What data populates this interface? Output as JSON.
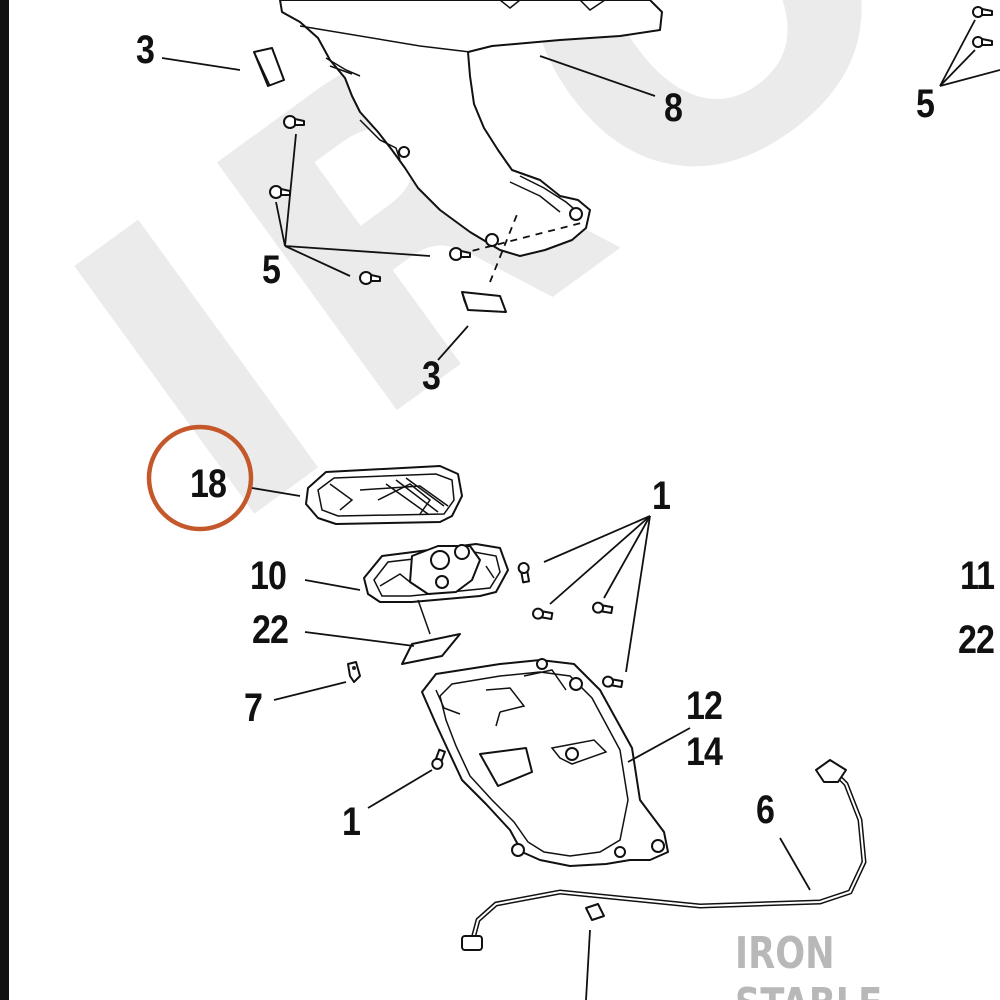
{
  "watermark": {
    "text": "IRON STABLE"
  },
  "brand": {
    "text": "IRON STABLE"
  },
  "callouts": [
    {
      "id": "c3a",
      "text": "3"
    },
    {
      "id": "c8",
      "text": "8"
    },
    {
      "id": "c5tr",
      "text": "5"
    },
    {
      "id": "c5",
      "text": "5"
    },
    {
      "id": "c3b",
      "text": "3"
    },
    {
      "id": "c18",
      "text": "18"
    },
    {
      "id": "c1a",
      "text": "1"
    },
    {
      "id": "c10",
      "text": "10"
    },
    {
      "id": "c11",
      "text": "11"
    },
    {
      "id": "c22a",
      "text": "22"
    },
    {
      "id": "c22b",
      "text": "22"
    },
    {
      "id": "c7",
      "text": "7"
    },
    {
      "id": "c12",
      "text": "12"
    },
    {
      "id": "c14",
      "text": "14"
    },
    {
      "id": "c1b",
      "text": "1"
    },
    {
      "id": "c6",
      "text": "6"
    }
  ],
  "highlight": {
    "color": "#c4582b",
    "part": "18"
  },
  "colors": {
    "ink": "#111111",
    "watermark": "#ebebeb",
    "brand": "#b8b8b8"
  }
}
